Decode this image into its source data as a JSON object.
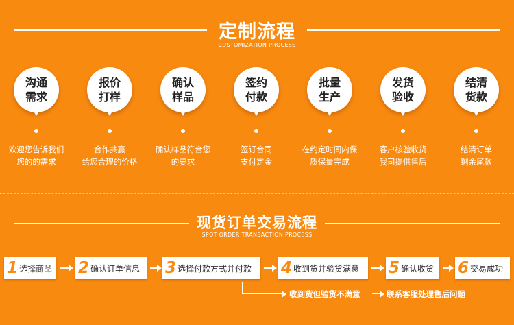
{
  "section1": {
    "title": "定制流程",
    "subtitle": "CUSTOMIZATION PROCESS",
    "steps": [
      {
        "bubble": "沟通\n需求",
        "desc": "欢迎您告诉我们\n您的的需求"
      },
      {
        "bubble": "报价\n打样",
        "desc": "合作共赢\n给您合理的价格"
      },
      {
        "bubble": "确认\n样品",
        "desc": "确认样品符合您\n的要求"
      },
      {
        "bubble": "签约\n付款",
        "desc": "签订合同\n支付定金"
      },
      {
        "bubble": "批量\n生产",
        "desc": "在约定时间内保\n质保量完成"
      },
      {
        "bubble": "发货\n验收",
        "desc": "客户核验收货\n我司提供售后"
      },
      {
        "bubble": "结清\n货款",
        "desc": "结清订单\n剩余尾款"
      }
    ]
  },
  "section2": {
    "title": "现货订单交易流程",
    "subtitle": "SPOT ORDER TRANSACTION PROCESS",
    "steps": [
      {
        "num": "1",
        "label": "选择商品"
      },
      {
        "num": "2",
        "label": "确认订单信息"
      },
      {
        "num": "3",
        "label": "选择付款方式并付款"
      },
      {
        "num": "4",
        "label": "收到货并验货满意"
      },
      {
        "num": "5",
        "label": "确认收货"
      },
      {
        "num": "6",
        "label": "交易成功"
      }
    ],
    "branch": {
      "condition": "收到货但验货不满意",
      "action": "联系客服处理售后问题"
    }
  }
}
